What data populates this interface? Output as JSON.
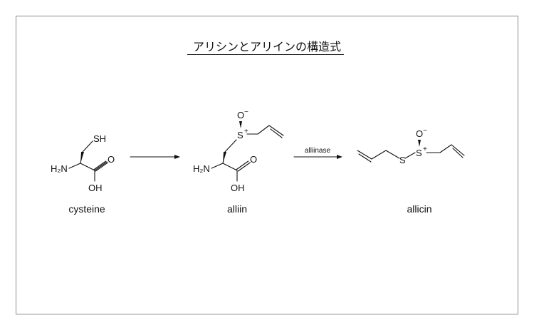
{
  "title": "アリシンとアリインの構造式",
  "molecules": {
    "cysteine": {
      "name": "cysteine",
      "atoms": {
        "sh": "SH",
        "nh2": "H₂N",
        "o": "O",
        "oh": "OH"
      }
    },
    "alliin": {
      "name": "alliin",
      "atoms": {
        "o_minus": "O",
        "minus": "−",
        "s": "S",
        "plus": "+",
        "nh2": "H₂N",
        "o": "O",
        "oh": "OH"
      }
    },
    "allicin": {
      "name": "allicin",
      "atoms": {
        "s": "S",
        "o_minus": "O",
        "minus": "−",
        "s_plus": "S",
        "plus": "+"
      }
    }
  },
  "arrows": [
    {
      "label": ""
    },
    {
      "label": "alliinase"
    }
  ],
  "colors": {
    "ink": "#111111",
    "frame": "#8a8a8a",
    "background": "#ffffff"
  }
}
